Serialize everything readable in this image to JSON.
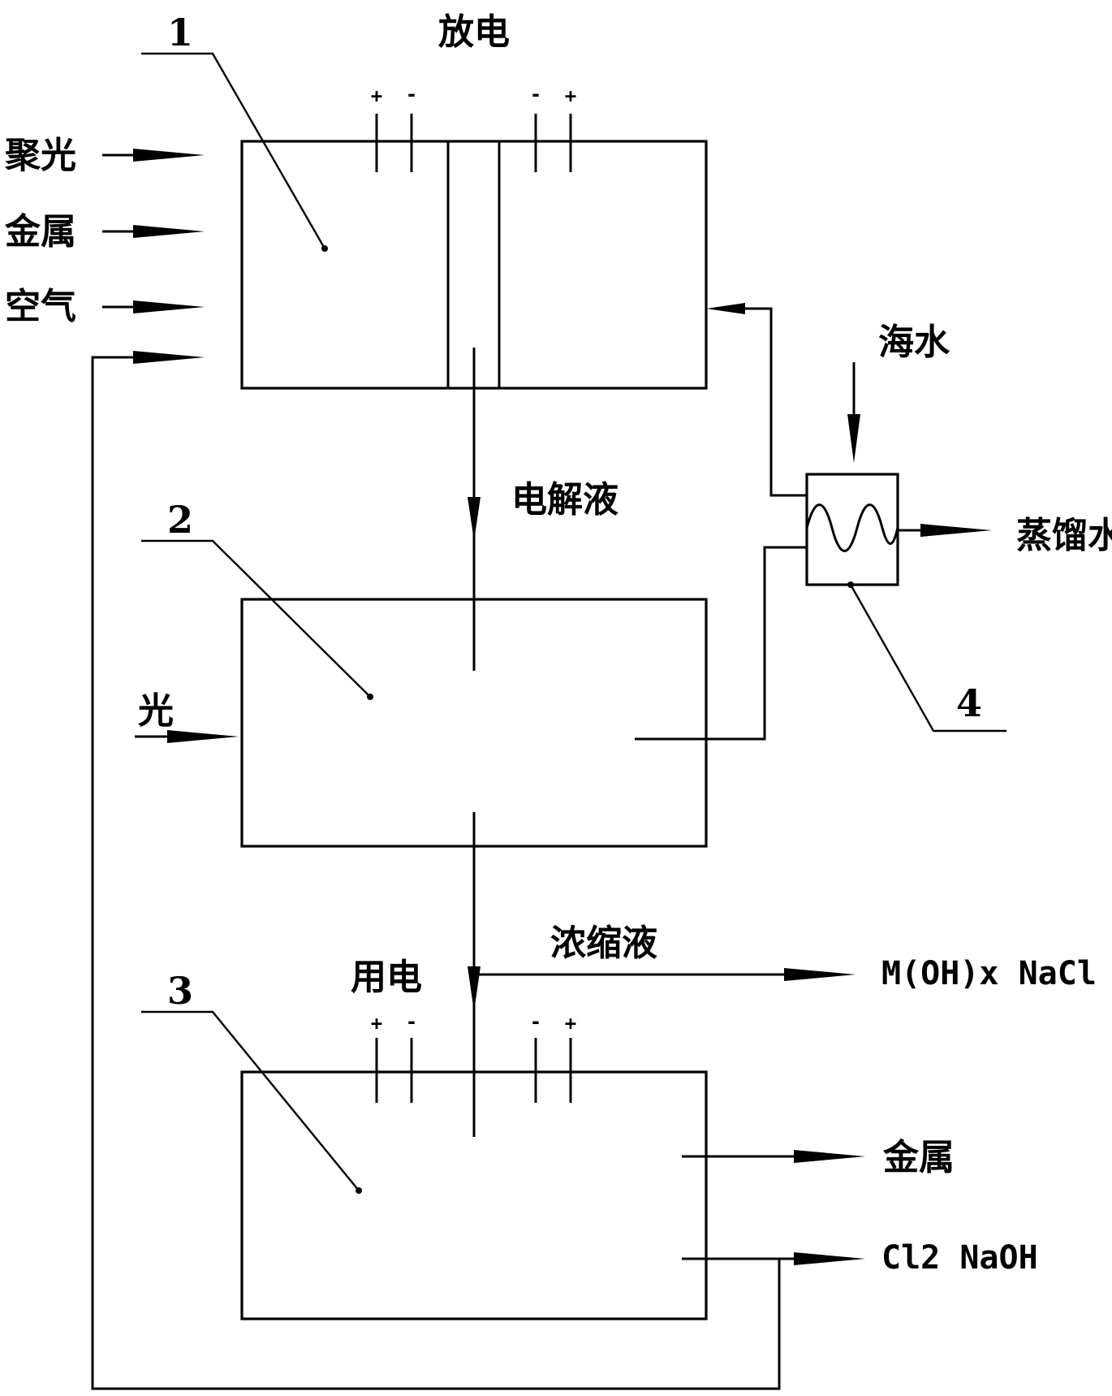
{
  "labels": {
    "n1": "1",
    "n2": "2",
    "n3": "3",
    "n4": "4",
    "discharge": "放电",
    "concentrated_light": "聚光",
    "metal_in": "金属",
    "air": "空气",
    "electrolyte": "电解液",
    "light": "光",
    "seawater": "海水",
    "distilled_water": "蒸馏水",
    "concentrate": "浓缩液",
    "use_power": "用电",
    "hydroxide_salt": "M(OH)x  NaCl",
    "metal_out": "金属",
    "chlorine_naoh": "Cl2  NaOH",
    "plus": "+",
    "minus": "-"
  }
}
